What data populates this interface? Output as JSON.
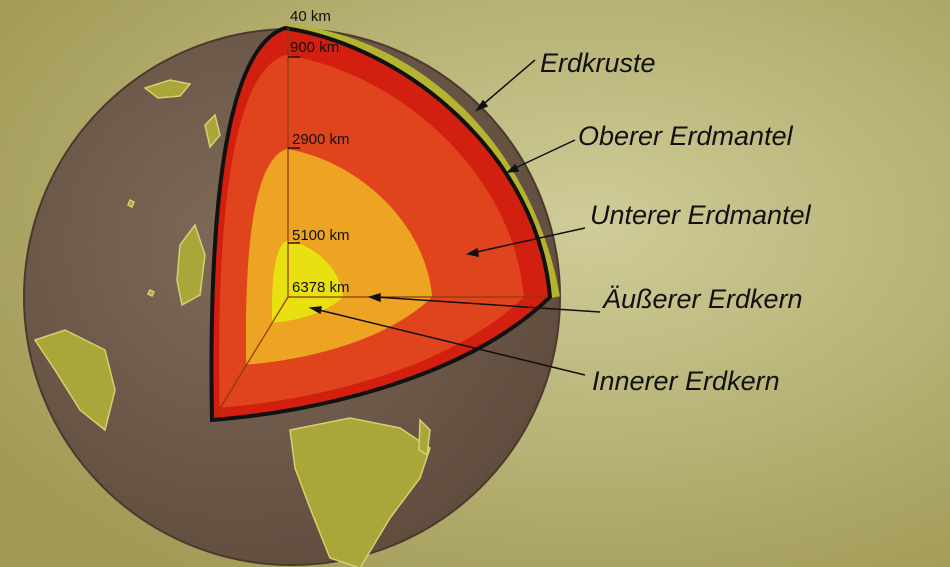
{
  "depth_labels": [
    "40 km",
    "900 km",
    "2900 km",
    "5100 km",
    "6378 km"
  ],
  "layer_labels": [
    "Erdkruste",
    "Oberer Erdmantel",
    "Unterer Erdmantel",
    "Äußerer Erdkern",
    "Innerer Erdkern"
  ],
  "colors": {
    "background": "#b9b478",
    "globe": "#6b5748",
    "land": "#a9a73a",
    "crust": "#d21f10",
    "upper_mantle": "#e0441c",
    "outer_core": "#eca422",
    "inner_core": "#e8e010"
  }
}
